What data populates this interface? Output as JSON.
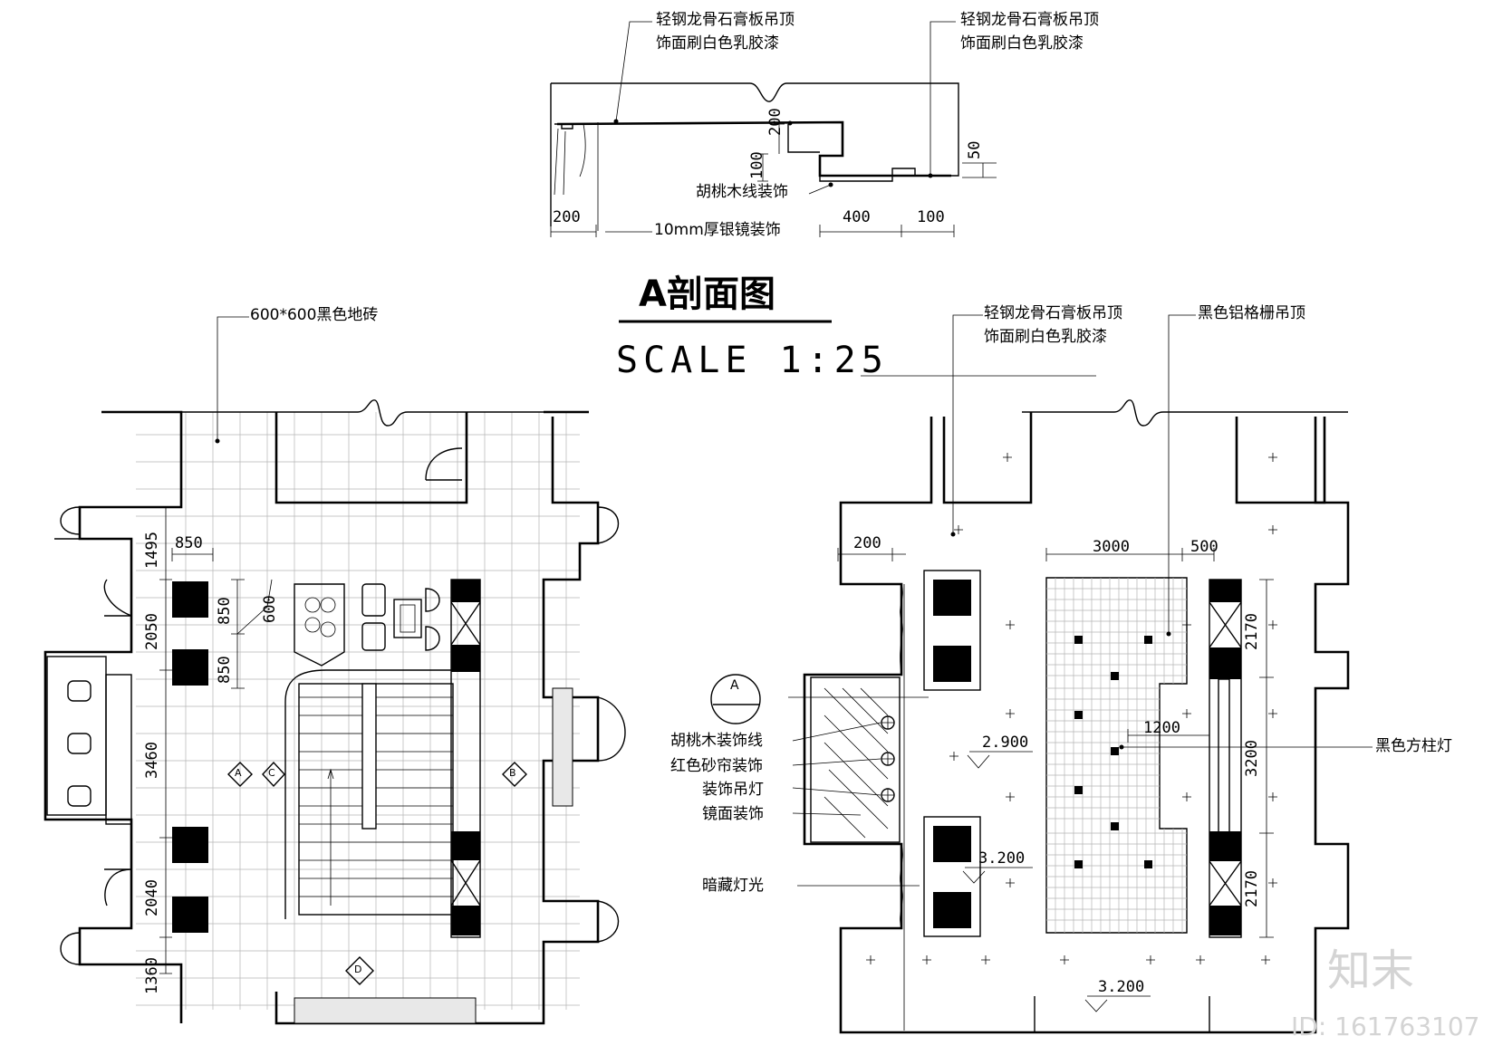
{
  "section": {
    "callout_ceiling_left": [
      "轻钢龙骨石膏板吊顶",
      "饰面刷白色乳胶漆"
    ],
    "callout_ceiling_right": [
      "轻钢龙骨石膏板吊顶",
      "饰面刷白色乳胶漆"
    ],
    "callout_walnut": "胡桃木线装饰",
    "callout_mirror": "10mm厚银镜装饰",
    "dim_200": "200",
    "dim_400": "400",
    "dim_100": "100",
    "dim_200v": "200",
    "dim_100v": "100",
    "dim_50": "50"
  },
  "title": {
    "name": "A剖面图",
    "scale": "SCALE  1:25"
  },
  "floor_plan": {
    "callout_tile": "600*600黑色地砖",
    "dims_left": [
      "1495",
      "2050",
      "3460",
      "2040",
      "1360"
    ],
    "dim_850_top": "850",
    "dim_850_a": "850",
    "dim_850_b": "850",
    "dim_600": "600",
    "markers": [
      "A",
      "C",
      "B",
      "D"
    ]
  },
  "ceiling_plan": {
    "callout_ceiling": [
      "轻钢龙骨石膏板吊顶",
      "饰面刷白色乳胶漆"
    ],
    "callout_grille": "黑色铝格栅吊顶",
    "callout_walnut_line": "胡桃木装饰线",
    "callout_red_sand": "红色砂帘装饰",
    "callout_pendant": "装饰吊灯",
    "callout_mirror": "镜面装饰",
    "callout_hidden_light": "暗藏灯光",
    "callout_square_light": "黑色方柱灯",
    "section_marker": "A",
    "dim_200": "200",
    "dim_3000": "3000",
    "dim_500": "500",
    "dim_1200": "1200",
    "dims_right": [
      "2170",
      "3200",
      "2170"
    ],
    "level_2900": "2.900",
    "level_3200a": "3.200",
    "level_3200b": "3.200"
  },
  "watermark": {
    "brand": "知末",
    "id": "ID: 161763107"
  }
}
